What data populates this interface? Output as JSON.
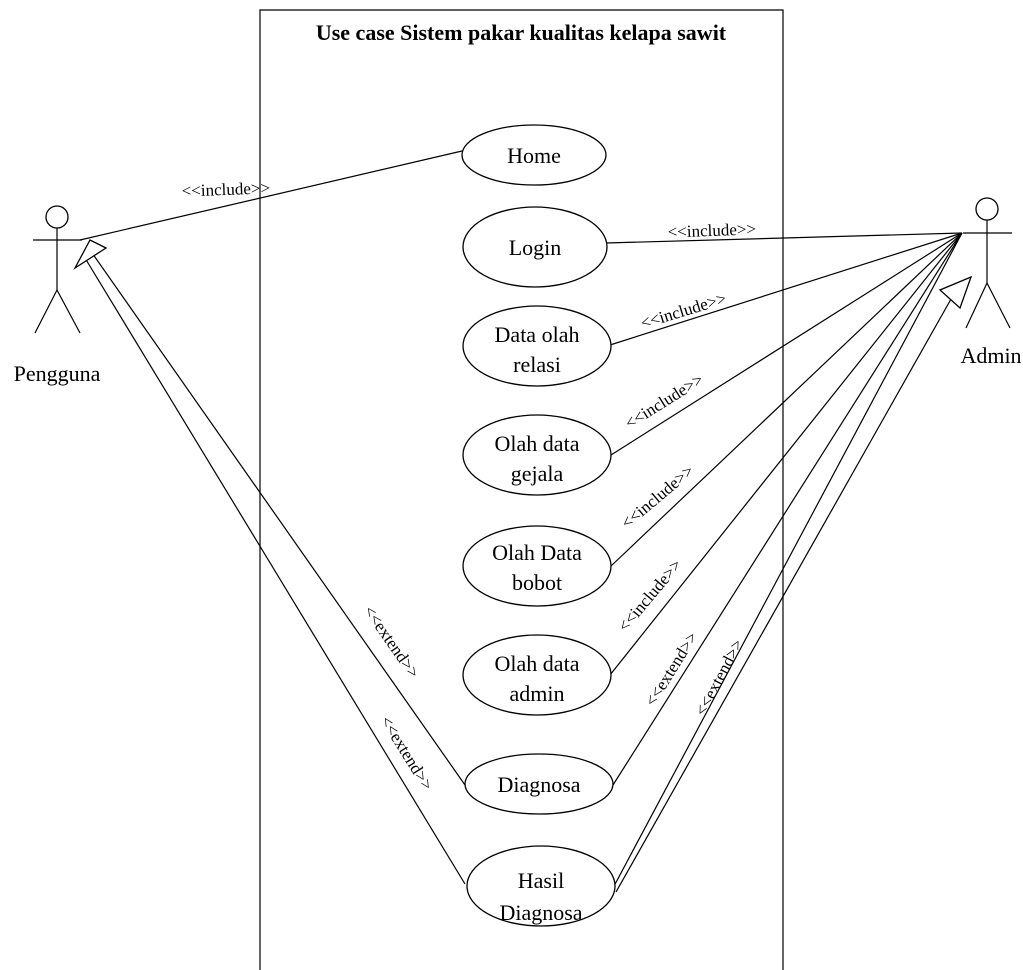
{
  "system": {
    "title": "Use case Sistem pakar kualitas kelapa sawit"
  },
  "actors": [
    {
      "id": "pengguna",
      "name": "Pengguna"
    },
    {
      "id": "admin",
      "name": "Admin"
    }
  ],
  "use_cases": [
    {
      "id": "home",
      "lines": [
        "Home"
      ]
    },
    {
      "id": "login",
      "lines": [
        "Login"
      ]
    },
    {
      "id": "data-olah-relasi",
      "lines": [
        "Data olah",
        "relasi"
      ]
    },
    {
      "id": "olah-data-gejala",
      "lines": [
        "Olah data",
        "gejala"
      ]
    },
    {
      "id": "olah-data-bobot",
      "lines": [
        "Olah Data",
        "bobot"
      ]
    },
    {
      "id": "olah-data-admin",
      "lines": [
        "Olah data",
        "admin"
      ]
    },
    {
      "id": "diagnosa",
      "lines": [
        "Diagnosa"
      ]
    },
    {
      "id": "hasil-diagnosa",
      "lines": [
        "Hasil",
        "Diagnosa"
      ]
    }
  ],
  "relationships": [
    {
      "from": "pengguna",
      "to": "home",
      "label": "<<include>>"
    },
    {
      "from": "admin",
      "to": "login",
      "label": "<<include>>"
    },
    {
      "from": "admin",
      "to": "data-olah-relasi",
      "label": "<<include>>"
    },
    {
      "from": "admin",
      "to": "olah-data-gejala",
      "label": "<<include>>"
    },
    {
      "from": "admin",
      "to": "olah-data-bobot",
      "label": "<<include>>"
    },
    {
      "from": "admin",
      "to": "olah-data-admin",
      "label": "<<include>>"
    },
    {
      "from": "pengguna",
      "to": "diagnosa",
      "label": "<<extend>>"
    },
    {
      "from": "pengguna",
      "to": "hasil-diagnosa",
      "label": "<<extend>>"
    },
    {
      "from": "admin",
      "to": "diagnosa",
      "label": "<<extend>>"
    },
    {
      "from": "admin",
      "to": "hasil-diagnosa",
      "label": "<<extend>>"
    }
  ]
}
